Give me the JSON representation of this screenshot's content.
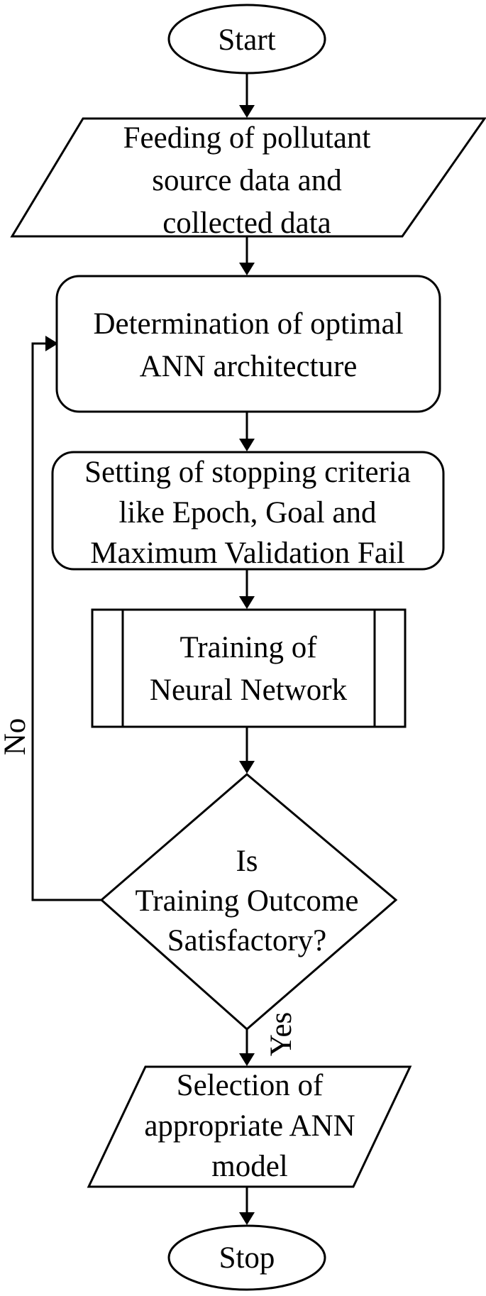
{
  "nodes": {
    "start": {
      "lines": [
        "Start"
      ]
    },
    "input_data": {
      "lines": [
        "Feeding of pollutant",
        "source data and",
        "collected data"
      ]
    },
    "architecture": {
      "lines": [
        "Determination of optimal",
        "ANN architecture"
      ]
    },
    "stopping_criteria": {
      "lines": [
        "Setting of stopping criteria",
        "like Epoch, Goal and",
        "Maximum Validation Fail"
      ]
    },
    "training": {
      "lines": [
        "Training of",
        "Neural Network"
      ]
    },
    "decision": {
      "lines": [
        "Is",
        "Training Outcome",
        "Satisfactory?"
      ]
    },
    "selection": {
      "lines": [
        "Selection of",
        "appropriate ANN",
        "model"
      ]
    },
    "stop": {
      "lines": [
        "Stop"
      ]
    }
  },
  "edge_labels": {
    "no": "No",
    "yes": "Yes"
  }
}
